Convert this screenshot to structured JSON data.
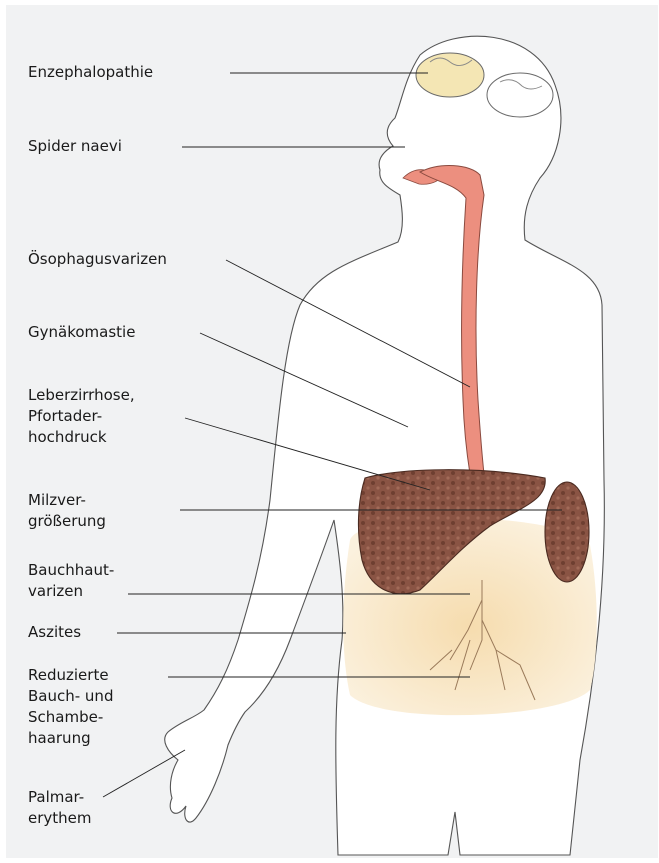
{
  "labels": {
    "enzephalopathie": "Enzephalopathie",
    "spider_naevi": "Spider naevi",
    "oesophagusvarizen": "Ösophagusvarizen",
    "gynaekomastie": "Gynäkomastie",
    "leberzirrhose": "Leberzirrhose,\nPfortader-\nhochdruck",
    "milzvergroesserung": "Milzver-\ngrößerung",
    "bauchhautvarizen": "Bauchhaut-\nvarizen",
    "aszites": "Aszites",
    "behaarung": "Reduzierte\nBauch- und\nSchambe-\nhaarung",
    "palmarerythem": "Palmar-\nerythem"
  },
  "colors": {
    "panel_bg": "#f1f2f3",
    "brain": "#f4e6b4",
    "esophagus": "#ec8f7f",
    "liver": "#8a5444",
    "spleen": "#8a5444",
    "ascites": "#f6dfb8"
  }
}
